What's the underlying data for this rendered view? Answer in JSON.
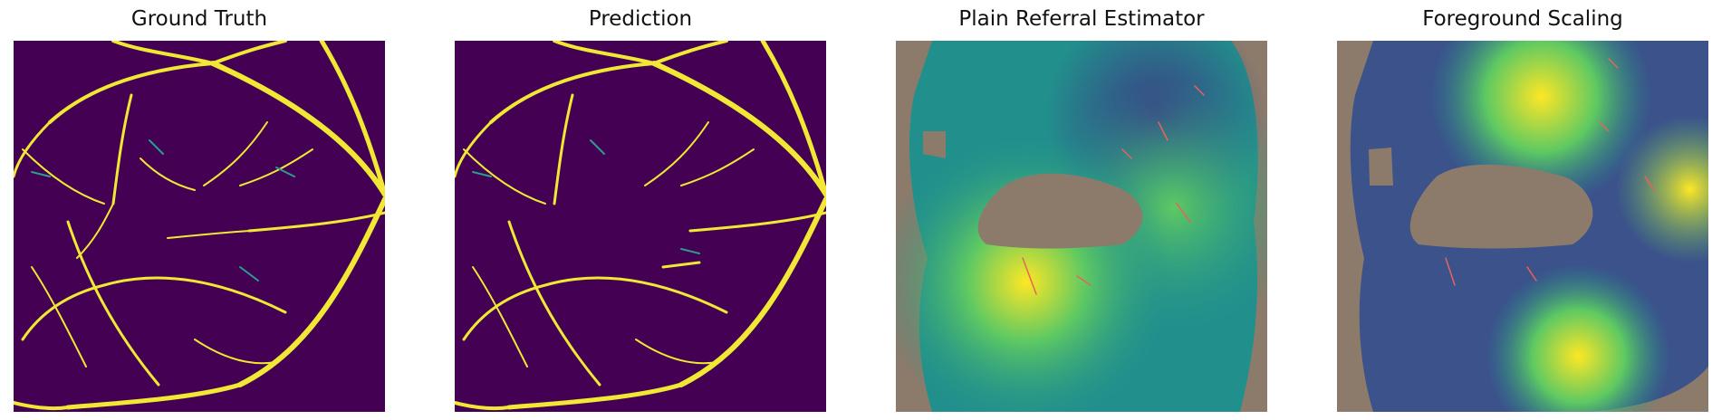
{
  "panels": [
    {
      "title": "Ground Truth",
      "kind": "mask"
    },
    {
      "title": "Prediction",
      "kind": "mask"
    },
    {
      "title": "Plain Referral Estimator",
      "kind": "heatmap"
    },
    {
      "title": "Foreground Scaling",
      "kind": "heatmap"
    }
  ],
  "colors": {
    "mask_background": "#440154",
    "vessel": "#f0e834",
    "vessel_edge": "#2a9d8f",
    "masked_region": "#8c7b6b",
    "error_marks": "#e8635a",
    "viridis_dark": "#3b3f86",
    "viridis_mid": "#21908c",
    "viridis_light": "#5ec962",
    "viridis_bright": "#fde725"
  }
}
